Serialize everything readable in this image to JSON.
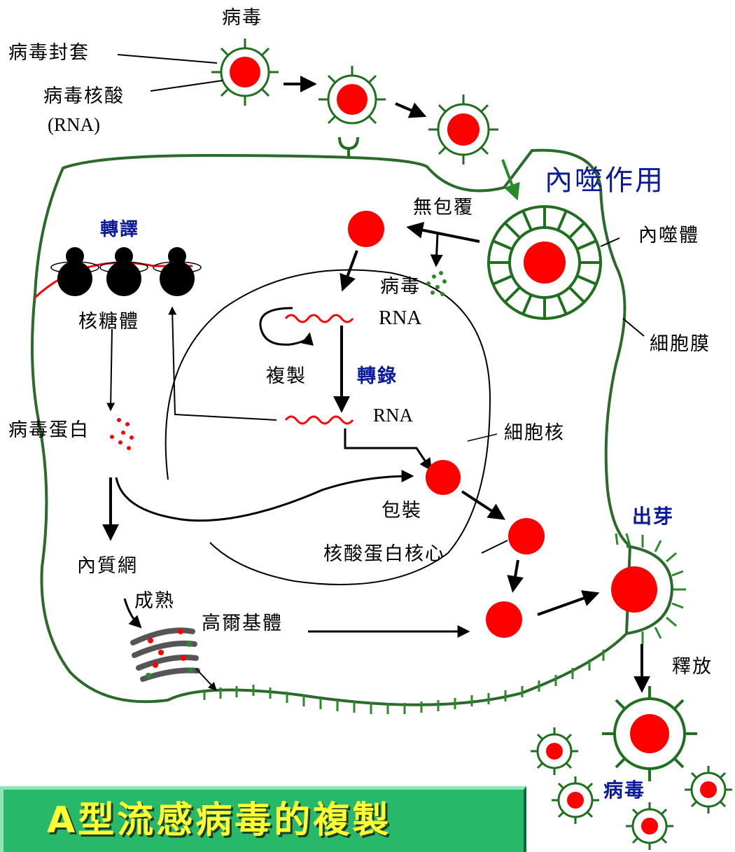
{
  "labels": {
    "virus_top": "病毒",
    "envelope": "病毒封套",
    "nucleic_acid": "病毒核酸",
    "rna_paren": "(RNA)",
    "endocytosis": "內噬作用",
    "uncoating": "無包覆",
    "endosome": "內噬體",
    "translation": "轉譯",
    "viral_rna_1": "病毒",
    "viral_rna_2": "RNA",
    "ribosome": "核糖體",
    "cell_membrane": "細胞膜",
    "replication": "複製",
    "transcription": "轉錄",
    "rna": "RNA",
    "viral_protein": "病毒蛋白",
    "nucleus": "細胞核",
    "packaging": "包裝",
    "budding": "出芽",
    "er": "內質網",
    "nucleocapsid": "核酸蛋白核心",
    "maturation": "成熟",
    "golgi": "高爾基體",
    "release": "釋放",
    "virus_bottom": "病毒"
  },
  "title": "A型流感病毒的複製",
  "colors": {
    "membrane": "#2a6a2a",
    "virus_core": "#ff0000",
    "virus_spikes": "#1f6f1f",
    "title_bg": "#28b86a",
    "title_text": "#ffff33",
    "label_blue": "#0a1a9a"
  }
}
